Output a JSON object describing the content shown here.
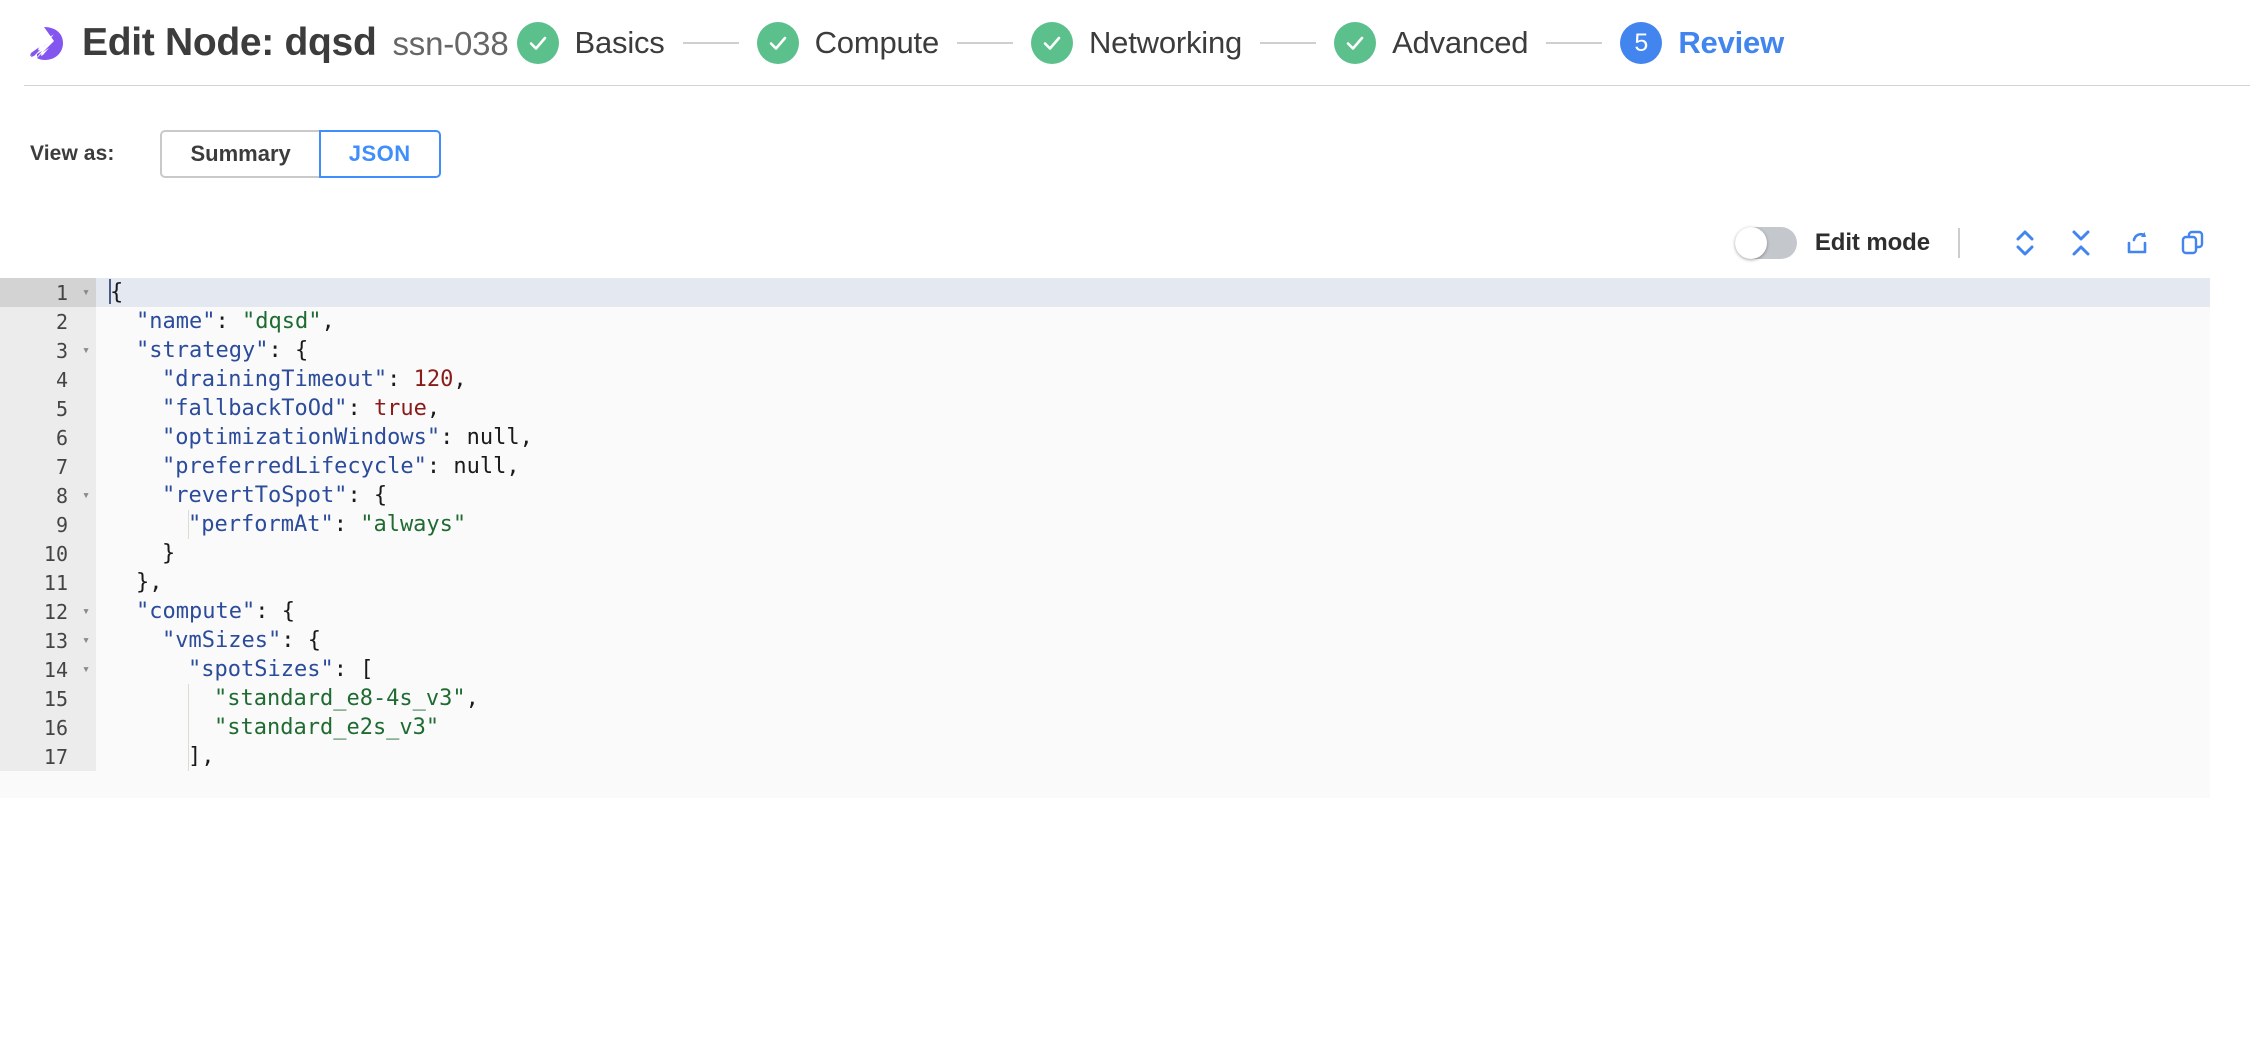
{
  "header": {
    "logo_name": "spot-logo-icon",
    "title": "Edit Node: dqsd",
    "subtitle": "ssn-038",
    "logo_color": "#8456f0"
  },
  "stepper": {
    "done_color": "#5cc08c",
    "active_color": "#4285ee",
    "steps": [
      {
        "label": "Basics",
        "state": "done",
        "marker": "check"
      },
      {
        "label": "Compute",
        "state": "done",
        "marker": "check"
      },
      {
        "label": "Networking",
        "state": "done",
        "marker": "check"
      },
      {
        "label": "Advanced",
        "state": "done",
        "marker": "check"
      },
      {
        "label": "Review",
        "state": "active",
        "marker": "5"
      }
    ]
  },
  "view_as": {
    "label": "View as:",
    "options": [
      {
        "label": "Summary",
        "selected": false
      },
      {
        "label": "JSON",
        "selected": true
      }
    ],
    "selected": "JSON"
  },
  "editor_toolbar": {
    "edit_mode_label": "Edit mode",
    "edit_mode_on": false,
    "icons": [
      {
        "name": "expand-all-icon"
      },
      {
        "name": "collapse-all-icon"
      },
      {
        "name": "export-icon"
      },
      {
        "name": "copy-icon"
      }
    ],
    "icon_color": "#4285ee"
  },
  "json_editor": {
    "active_line": 1,
    "colors": {
      "key": "#2b4b9b",
      "string": "#1f6b32",
      "number": "#8b1a1a",
      "boolean": "#8b1a1a",
      "null": "#1a1a1a",
      "background": "#fafafa",
      "gutter": "#ececec",
      "active_line_bg": "#e4e8f0"
    },
    "lines": [
      {
        "num": 1,
        "fold": true,
        "indent": 0,
        "tokens": [
          {
            "t": "{",
            "c": "p"
          }
        ],
        "cursor_at_start": true
      },
      {
        "num": 2,
        "fold": false,
        "indent": 1,
        "tokens": [
          {
            "t": "\"name\"",
            "c": "k"
          },
          {
            "t": ": ",
            "c": "p"
          },
          {
            "t": "\"dqsd\"",
            "c": "s"
          },
          {
            "t": ",",
            "c": "p"
          }
        ]
      },
      {
        "num": 3,
        "fold": true,
        "indent": 1,
        "tokens": [
          {
            "t": "\"strategy\"",
            "c": "k"
          },
          {
            "t": ": {",
            "c": "p"
          }
        ]
      },
      {
        "num": 4,
        "fold": false,
        "indent": 2,
        "tokens": [
          {
            "t": "\"drainingTimeout\"",
            "c": "k"
          },
          {
            "t": ": ",
            "c": "p"
          },
          {
            "t": "120",
            "c": "n"
          },
          {
            "t": ",",
            "c": "p"
          }
        ]
      },
      {
        "num": 5,
        "fold": false,
        "indent": 2,
        "tokens": [
          {
            "t": "\"fallbackToOd\"",
            "c": "k"
          },
          {
            "t": ": ",
            "c": "p"
          },
          {
            "t": "true",
            "c": "b"
          },
          {
            "t": ",",
            "c": "p"
          }
        ]
      },
      {
        "num": 6,
        "fold": false,
        "indent": 2,
        "tokens": [
          {
            "t": "\"optimizationWindows\"",
            "c": "k"
          },
          {
            "t": ": ",
            "c": "p"
          },
          {
            "t": "null",
            "c": "nl"
          },
          {
            "t": ",",
            "c": "p"
          }
        ]
      },
      {
        "num": 7,
        "fold": false,
        "indent": 2,
        "tokens": [
          {
            "t": "\"preferredLifecycle\"",
            "c": "k"
          },
          {
            "t": ": ",
            "c": "p"
          },
          {
            "t": "null",
            "c": "nl"
          },
          {
            "t": ",",
            "c": "p"
          }
        ]
      },
      {
        "num": 8,
        "fold": true,
        "indent": 2,
        "tokens": [
          {
            "t": "\"revertToSpot\"",
            "c": "k"
          },
          {
            "t": ": {",
            "c": "p"
          }
        ]
      },
      {
        "num": 9,
        "fold": false,
        "indent": 3,
        "tokens": [
          {
            "t": "\"performAt\"",
            "c": "k"
          },
          {
            "t": ": ",
            "c": "p"
          },
          {
            "t": "\"always\"",
            "c": "s"
          }
        ]
      },
      {
        "num": 10,
        "fold": false,
        "indent": 2,
        "tokens": [
          {
            "t": "}",
            "c": "p"
          }
        ]
      },
      {
        "num": 11,
        "fold": false,
        "indent": 1,
        "tokens": [
          {
            "t": "},",
            "c": "p"
          }
        ]
      },
      {
        "num": 12,
        "fold": true,
        "indent": 1,
        "tokens": [
          {
            "t": "\"compute\"",
            "c": "k"
          },
          {
            "t": ": {",
            "c": "p"
          }
        ]
      },
      {
        "num": 13,
        "fold": true,
        "indent": 2,
        "tokens": [
          {
            "t": "\"vmSizes\"",
            "c": "k"
          },
          {
            "t": ": {",
            "c": "p"
          }
        ]
      },
      {
        "num": 14,
        "fold": true,
        "indent": 3,
        "tokens": [
          {
            "t": "\"spotSizes\"",
            "c": "k"
          },
          {
            "t": ": [",
            "c": "p"
          }
        ]
      },
      {
        "num": 15,
        "fold": false,
        "indent": 4,
        "tokens": [
          {
            "t": "\"standard_e8-4s_v3\"",
            "c": "s"
          },
          {
            "t": ",",
            "c": "p"
          }
        ]
      },
      {
        "num": 16,
        "fold": false,
        "indent": 4,
        "tokens": [
          {
            "t": "\"standard_e2s_v3\"",
            "c": "s"
          }
        ]
      },
      {
        "num": 17,
        "fold": false,
        "indent": 3,
        "tokens": [
          {
            "t": "],",
            "c": "p"
          }
        ]
      }
    ]
  }
}
